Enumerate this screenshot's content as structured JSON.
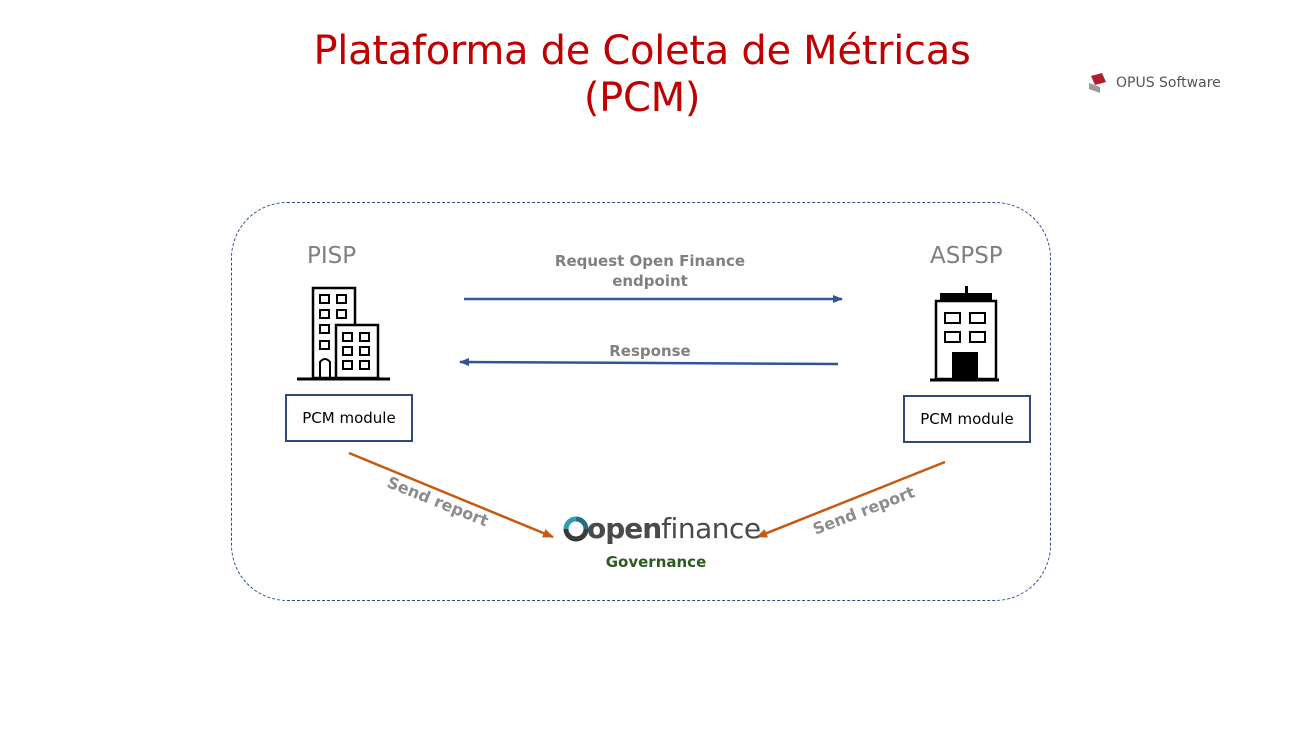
{
  "title": {
    "line1": "Plataforma de Coleta de Métricas",
    "line2": "(PCM)"
  },
  "brand": {
    "name": "OPUS Software",
    "icon": "opus-logo-icon"
  },
  "actors": {
    "left": {
      "label": "PISP",
      "icon": "office-buildings-icon",
      "module": "PCM module"
    },
    "right": {
      "label": "ASPSP",
      "icon": "bank-building-icon",
      "module": "PCM module"
    }
  },
  "flows": {
    "request": {
      "line1": "Request Open Finance",
      "line2": "endpoint"
    },
    "response": "Response",
    "report_left": "Send report",
    "report_right": "Send report"
  },
  "hub": {
    "logo_strong": "open",
    "logo_light": "finance",
    "label": "Governance"
  },
  "colors": {
    "title": "#c00000",
    "request_arrow": "#2f5597",
    "report_arrow": "#c55a11",
    "frame": "#2e4c8c",
    "governance": "#2e5a1f"
  }
}
